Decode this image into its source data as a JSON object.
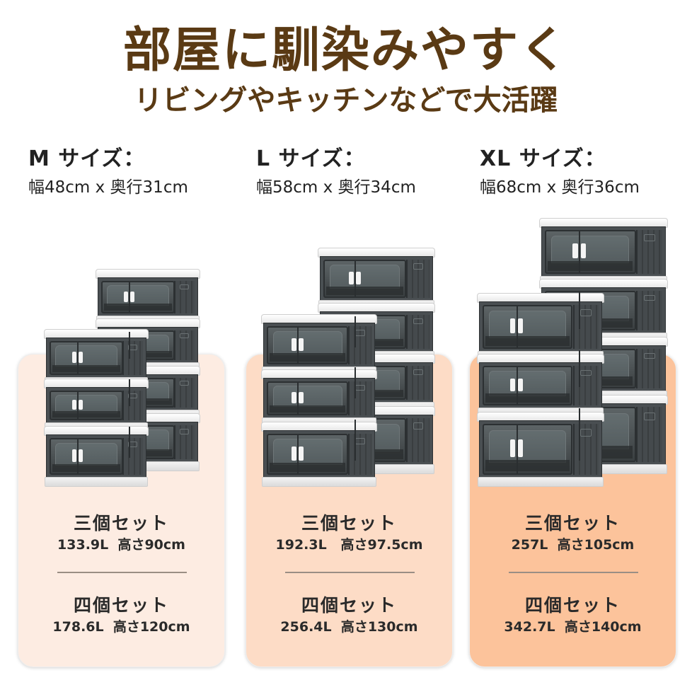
{
  "header": {
    "title": "部屋に馴染みやすく",
    "subtitle": "リビングやキッチンなどで大活躍"
  },
  "colors": {
    "title_brown": "#5a3a14",
    "text_dark": "#2a2a2a",
    "card_m_bg": "#fdece2",
    "card_l_bg": "#fddcc6",
    "card_xl_bg": "#fcc39b",
    "divider": "#9a8e84"
  },
  "sizes": [
    {
      "label": "M サイズ：",
      "dims": "幅48cm x  奥行31cm",
      "sets": [
        {
          "title": "三個セット",
          "info": "133.9L  高さ90cm"
        },
        {
          "title": "四個セット",
          "info": "178.6L  高さ120cm"
        }
      ]
    },
    {
      "label": "L サイズ：",
      "dims": "幅58cm x  奥行34cm",
      "sets": [
        {
          "title": "三個セット",
          "info": "192.3L   高さ97.5cm"
        },
        {
          "title": "四個セット",
          "info": "256.4L  高さ130cm"
        }
      ]
    },
    {
      "label": "XL サイズ：",
      "dims": "幅68cm x  奥行36cm",
      "sets": [
        {
          "title": "三個セット",
          "info": "257L  高さ105cm"
        },
        {
          "title": "四個セット",
          "info": "342.7L  高さ140cm"
        }
      ]
    }
  ],
  "product_images": [
    {
      "name": "m-stack",
      "three_stack_boxes": 3,
      "four_stack_boxes": 4
    },
    {
      "name": "l-stack",
      "three_stack_boxes": 3,
      "four_stack_boxes": 4
    },
    {
      "name": "xl-stack",
      "three_stack_boxes": 3,
      "four_stack_boxes": 4
    }
  ]
}
